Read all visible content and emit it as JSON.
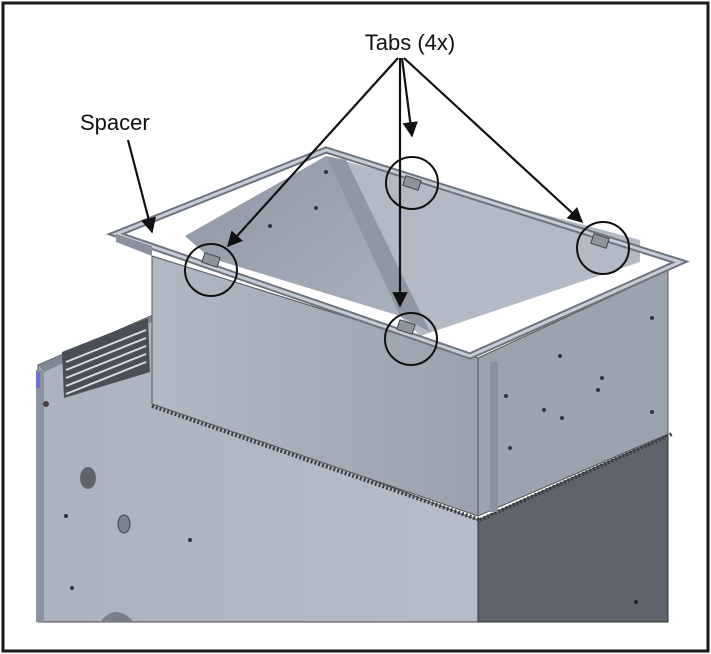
{
  "labels": {
    "tabs": "Tabs (4x)",
    "spacer": "Spacer"
  },
  "colors": {
    "frame": "#1a1a1a",
    "callout_line": "#111111",
    "sheet_metal_light": "#b9c0cb",
    "sheet_metal_mid": "#a2aab7",
    "sheet_metal_dark": "#6f7580",
    "cabinet_side": "#5f646c"
  },
  "callouts": {
    "tabs_count": 4
  }
}
